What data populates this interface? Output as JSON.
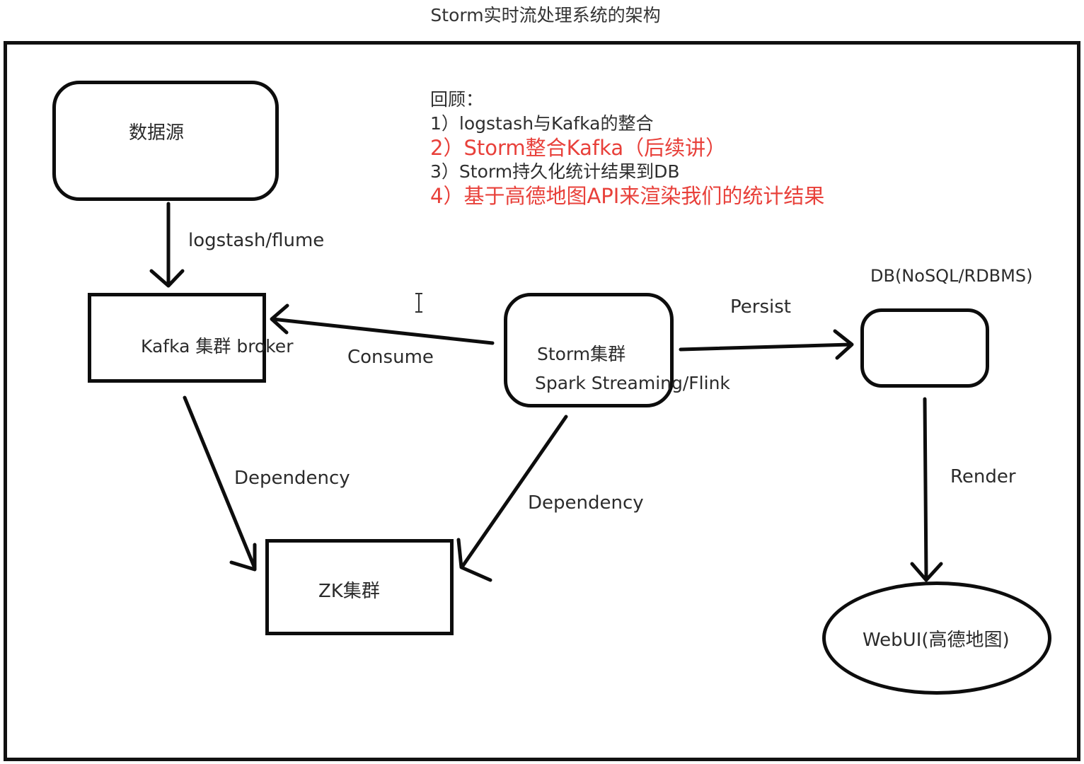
{
  "title": "Storm实时流处理系统的架构",
  "recap": {
    "heading": "回顾：",
    "items": [
      {
        "text": "1）logstash与Kafka的整合",
        "highlight": false
      },
      {
        "text": "2）Storm整合Kafka（后续讲）",
        "highlight": true
      },
      {
        "text": "3）Storm持久化统计结果到DB",
        "highlight": false
      },
      {
        "text": "4）基于高德地图API来渲染我们的统计结果",
        "highlight": true
      }
    ]
  },
  "nodes": {
    "datasource": "数据源",
    "kafka": "Kafka 集群 broker",
    "storm_line1": "Storm集群",
    "storm_line2": "Spark Streaming/Flink",
    "db": "DB(NoSQL/RDBMS)",
    "zk": "ZK集群",
    "webui": "WebUI(高德地图)"
  },
  "edges": {
    "logstash": "logstash/flume",
    "consume": "Consume",
    "persist": "Persist",
    "dependency_left": "Dependency",
    "dependency_right": "Dependency",
    "render": "Render"
  },
  "colors": {
    "highlight": "#e8403a",
    "line": "#0d0d0d"
  }
}
